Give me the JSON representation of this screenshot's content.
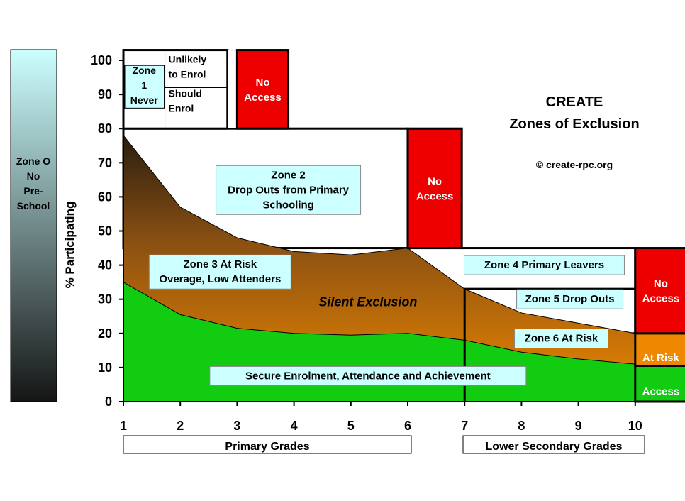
{
  "chart_data": {
    "type": "area",
    "title": "CREATE",
    "subtitle": "Zones of Exclusion",
    "credit": "© create-rpc.org",
    "ylabel": "% Participating",
    "xlim": [
      1,
      10
    ],
    "ylim": [
      0,
      100
    ],
    "x_ticks": [
      1,
      2,
      3,
      4,
      5,
      6,
      7,
      8,
      9,
      10
    ],
    "y_ticks": [
      0,
      10,
      20,
      30,
      40,
      50,
      60,
      70,
      80,
      90,
      100
    ],
    "grade_groups": [
      {
        "label": "Primary Grades",
        "from": 1,
        "to": 6
      },
      {
        "label": "Lower Secondary Grades",
        "from": 7,
        "to": 10
      }
    ],
    "series": [
      {
        "name": "Secure Enrolment, Attendance and Achievement",
        "color": "#11cc11",
        "x": [
          1,
          2,
          3,
          4,
          5,
          6,
          7,
          8,
          9,
          10
        ],
        "values": [
          35,
          25.5,
          21.5,
          20,
          19.5,
          20,
          18,
          14.5,
          12.5,
          11
        ]
      },
      {
        "name": "Silent Exclusion",
        "color": "#ee8800",
        "x": [
          1,
          2,
          3,
          4,
          5,
          6,
          7,
          8,
          9,
          10
        ],
        "values": [
          78,
          57,
          48,
          44,
          43,
          45,
          33,
          26,
          23,
          20
        ]
      }
    ],
    "zone0": {
      "label": [
        "Zone O",
        "No",
        "Pre-",
        "School"
      ]
    },
    "zone1": {
      "label": [
        "Zone",
        "1",
        "Never"
      ],
      "y_range": [
        80,
        103
      ]
    },
    "unlikely_to_enrol": {
      "label": [
        "Unlikely",
        "to Enrol"
      ],
      "y_range": [
        92,
        103
      ]
    },
    "should_enrol": {
      "label": [
        "Should",
        "Enrol"
      ],
      "y_range": [
        80,
        92
      ]
    },
    "zone2_box": {
      "x_range": [
        1,
        6
      ],
      "y_range": [
        45,
        80
      ]
    },
    "zone4_box": {
      "x_range": [
        6,
        10
      ],
      "y_range": [
        33,
        45
      ]
    },
    "zone5_box": {
      "x_range": [
        7,
        10
      ],
      "y_range": [
        20,
        33
      ]
    },
    "no_access": [
      {
        "label": [
          "No",
          "Access"
        ],
        "x_range": [
          3,
          3.9
        ],
        "y_range": [
          80,
          103
        ],
        "color": "#ee0000"
      },
      {
        "label": [
          "No",
          "Access"
        ],
        "x_range": [
          6,
          6.95
        ],
        "y_range": [
          45,
          80
        ],
        "color": "#ee0000"
      },
      {
        "label": [
          "No",
          "Access"
        ],
        "x_range": [
          10,
          10.9
        ],
        "y_range": [
          20,
          45
        ],
        "color": "#ee0000"
      }
    ],
    "grade10_at_risk": {
      "label": "At Risk",
      "y_range": [
        10.5,
        20
      ],
      "color": "#ee8800"
    },
    "grade10_access": {
      "label": "Access",
      "y_range": [
        0,
        10.5
      ],
      "color": "#11cc11"
    },
    "zone_labels": [
      {
        "lines": [
          "Zone 2",
          "Drop Outs from Primary",
          "Schooling"
        ],
        "x": 3.9,
        "y": 62
      },
      {
        "lines": [
          "Zone 3 At Risk",
          "Overage, Low Attenders"
        ],
        "x": 2.7,
        "y": 38
      },
      {
        "lines": [
          "Zone 4 Primary Leavers"
        ],
        "x": 8.4,
        "y": 40
      },
      {
        "lines": [
          "Zone 5 Drop Outs"
        ],
        "x": 8.85,
        "y": 30
      },
      {
        "lines": [
          "Zone 6 At Risk"
        ],
        "x": 8.7,
        "y": 18.5
      },
      {
        "lines": [
          "Secure Enrolment, Attendance and Achievement"
        ],
        "x": 5.3,
        "y": 7.5
      }
    ],
    "annotations": [
      {
        "text": "Silent Exclusion",
        "x": 5.3,
        "y": 28
      }
    ],
    "colors": {
      "label_box": "#ccffff",
      "zone3_top": "#2a1e10",
      "zone3_mid": "#8a5012",
      "zone3_bottom": "#ee8800",
      "zone0_top": "#ccffff",
      "zone0_bottom": "#151515"
    }
  }
}
